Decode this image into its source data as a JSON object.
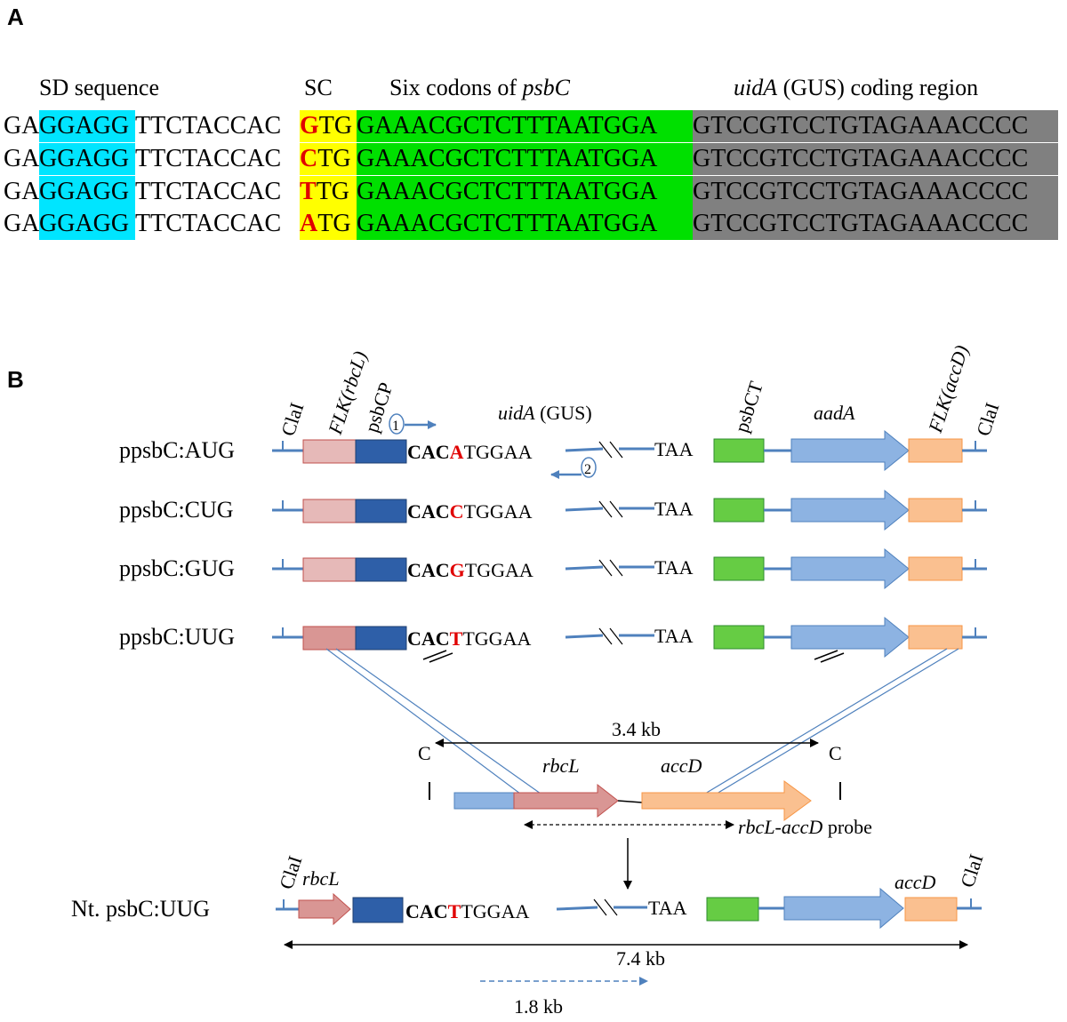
{
  "panel_a": {
    "label": "A",
    "headers": {
      "sd": "SD sequence",
      "sc": "SC",
      "six_codons_prefix": "Six codons of ",
      "six_codons_gene": "psbC",
      "uida_gene": "uidA",
      "uida_suffix": " (GUS) coding region"
    },
    "rows": [
      {
        "pre": "GA",
        "sd": "GGAGG",
        "mid": "TTCTACCAC",
        "start_base": "G",
        "start_rest": "TG",
        "psbc": "GAAACGCTCTTTAATGGA",
        "gus": "GTCCGTCCTGTAGAAACCCC"
      },
      {
        "pre": "GA",
        "sd": "GGAGG",
        "mid": "TTCTACCAC",
        "start_base": "C",
        "start_rest": "TG",
        "psbc": "GAAACGCTCTTTAATGGA",
        "gus": "GTCCGTCCTGTAGAAACCCC"
      },
      {
        "pre": "GA",
        "sd": "GGAGG",
        "mid": "TTCTACCAC",
        "start_base": "T",
        "start_rest": "TG",
        "psbc": "GAAACGCTCTTTAATGGA",
        "gus": "GTCCGTCCTGTAGAAACCCC"
      },
      {
        "pre": "GA",
        "sd": "GGAGG",
        "mid": "TTCTACCAC",
        "start_base": "A",
        "start_rest": "TG",
        "psbc": "GAAACGCTCTTTAATGGA",
        "gus": "GTCCGTCCTGTAGAAACCCC"
      }
    ]
  },
  "panel_b": {
    "label": "B",
    "top_labels": {
      "cla1_left": "ClaI",
      "flk_rbcl": "FLK(rbcL)",
      "psbcp": "psbCP",
      "uida_gene": "uidA",
      "uida_suffix": " (GUS)",
      "psbct": "psbCT",
      "aada": "aadA",
      "flk_accd": "FLK(accD)",
      "cla1_right": "ClaI",
      "primer1": "1",
      "primer2": "2"
    },
    "constructs": [
      {
        "name": "ppsbC:AUG",
        "seq_prefix": "CAC",
        "start_base": "A",
        "seq_suffix": "TGGAA",
        "stop": "TAA"
      },
      {
        "name": "ppsbC:CUG",
        "seq_prefix": "CAC",
        "start_base": "C",
        "seq_suffix": "TGGAA",
        "stop": "TAA"
      },
      {
        "name": "ppsbC:GUG",
        "seq_prefix": "CAC",
        "start_base": "G",
        "seq_suffix": "TGGAA",
        "stop": "TAA"
      },
      {
        "name": "ppsbC:UUG",
        "seq_prefix": "CAC",
        "start_base": "T",
        "seq_suffix": "TGGAA",
        "stop": "TAA"
      }
    ],
    "wildtype": {
      "size": "3.4 kb",
      "cla_left": "C",
      "cla_right": "C",
      "rbcl": "rbcL",
      "accd": "accD",
      "probe_gene": "rbcL-accD",
      "probe_suffix": " probe"
    },
    "transplastomic": {
      "name": "Nt. psbC:UUG",
      "cla1_left": "ClaI",
      "cla1_right": "ClaI",
      "rbcl": "rbcL",
      "accd": "accD",
      "seq_prefix": "CAC",
      "start_base": "T",
      "seq_suffix": "TGGAA",
      "stop": "TAA",
      "size_total": "7.4 kb",
      "size_transcript": "1.8 kb"
    },
    "colors": {
      "backbone": "#4f81bd",
      "flk_light": "#e6b9b8",
      "flk_dark": "#d99694",
      "promoter": "#2e5fa8",
      "terminator": "#66cc44",
      "aada": "#8db3e2",
      "accd": "#fac090",
      "highlight": "#e00000"
    }
  }
}
